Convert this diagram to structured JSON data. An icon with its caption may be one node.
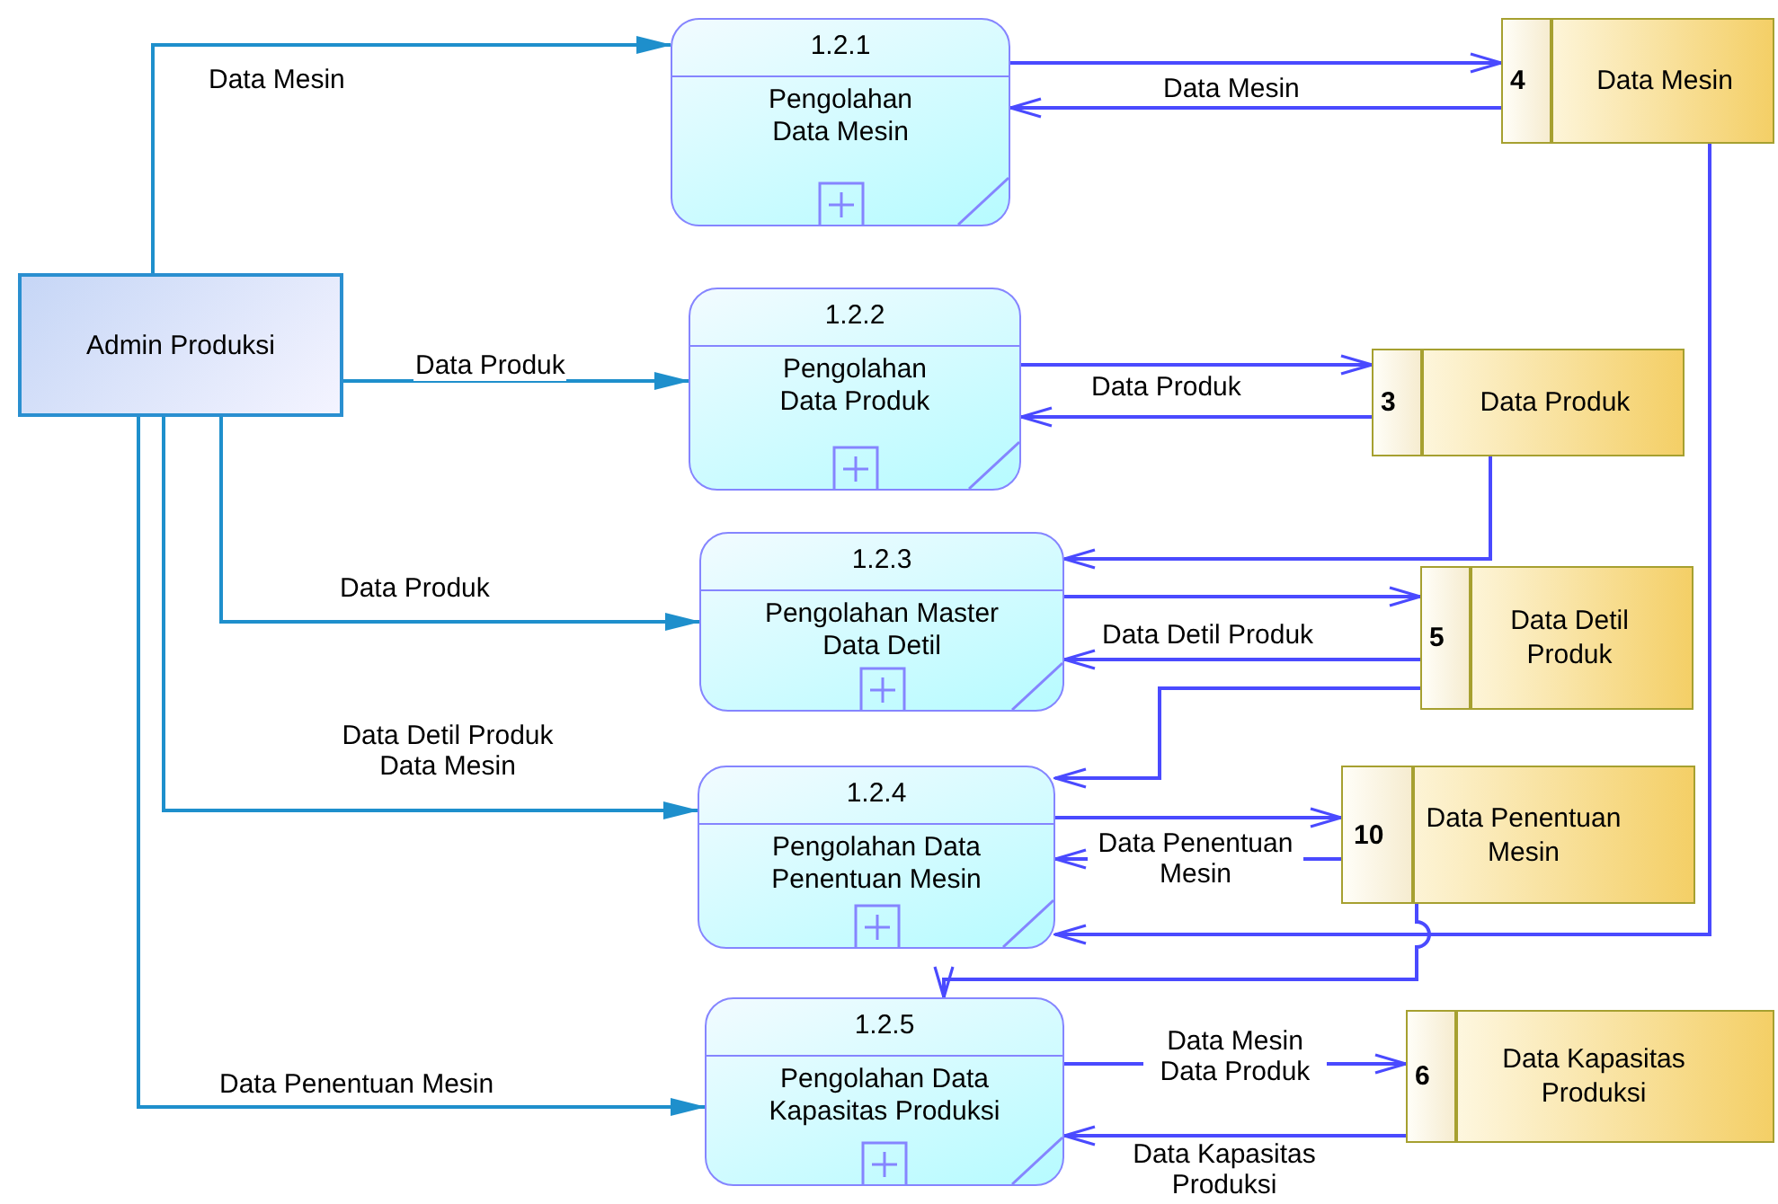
{
  "diagram": {
    "nodes": [
      {
        "text": [
          "Admin Produksi"
        ]
      },
      {
        "text": [
          "1.2.1",
          "Pengolahan Data Mesin"
        ]
      },
      {
        "text": [
          "4",
          "Data Mesin"
        ]
      },
      {
        "text": [
          "1.2.2",
          "Pengolahan Data Produk"
        ]
      },
      {
        "text": [
          "3",
          "Data Produk"
        ]
      },
      {
        "text": [
          "1.2.3",
          "Pengolahan Master Data Detil"
        ]
      },
      {
        "text": [
          "5",
          "Data Detil Produk"
        ]
      },
      {
        "text": [
          "1.2.4",
          "Pengolahan Data Penentuan Mesin"
        ]
      },
      {
        "text": [
          "10",
          "Data Penentuan Mesin"
        ]
      },
      {
        "text": [
          "1.2.5",
          "Pengolahan Data Kapasitas Produksi"
        ]
      },
      {
        "text": [
          "6",
          "Data Kapasitas Produksi"
        ]
      }
    ],
    "edges": [
      {
        "from": 0,
        "to": 1,
        "arrow": "to",
        "label": "Data Mesin",
        "color": "#1e8fcc"
      },
      {
        "from": 1,
        "to": 2,
        "arrow": "to"
      },
      {
        "from": 2,
        "to": 1,
        "arrow": "to",
        "label": "Data Mesin"
      },
      {
        "from": 0,
        "to": 3,
        "arrow": "to",
        "label": "Data Produk",
        "color": "#1e8fcc"
      },
      {
        "from": 3,
        "to": 4,
        "arrow": "to"
      },
      {
        "from": 4,
        "to": 3,
        "arrow": "to",
        "label": "Data Produk"
      },
      {
        "from": 4,
        "to": 5,
        "arrow": "to"
      },
      {
        "from": 0,
        "to": 5,
        "arrow": "to",
        "label": "Data Produk",
        "color": "#1e8fcc"
      },
      {
        "from": 5,
        "to": 6,
        "arrow": "to"
      },
      {
        "from": 6,
        "to": 5,
        "arrow": "to",
        "label": "Data Detil Produk"
      },
      {
        "from": 6,
        "to": 7,
        "arrow": "to"
      },
      {
        "from": 0,
        "to": 7,
        "arrow": "to",
        "label": "Data Detil Produk Data Mesin",
        "color": "#1e8fcc"
      },
      {
        "from": 7,
        "to": 8,
        "arrow": "to"
      },
      {
        "from": 8,
        "to": 7,
        "arrow": "to",
        "label": "Data Penentuan Mesin"
      },
      {
        "from": 2,
        "to": 7,
        "arrow": "to"
      },
      {
        "from": 8,
        "to": 9,
        "arrow": "to"
      },
      {
        "from": 0,
        "to": 9,
        "arrow": "to",
        "label": "Data Penentuan Mesin",
        "color": "#1e8fcc"
      },
      {
        "from": 9,
        "to": 10,
        "arrow": "to",
        "label": "Data Mesin Data Produk"
      },
      {
        "from": 10,
        "to": 9,
        "arrow": "to",
        "label": "Data Kapasitas Produksi"
      }
    ]
  }
}
